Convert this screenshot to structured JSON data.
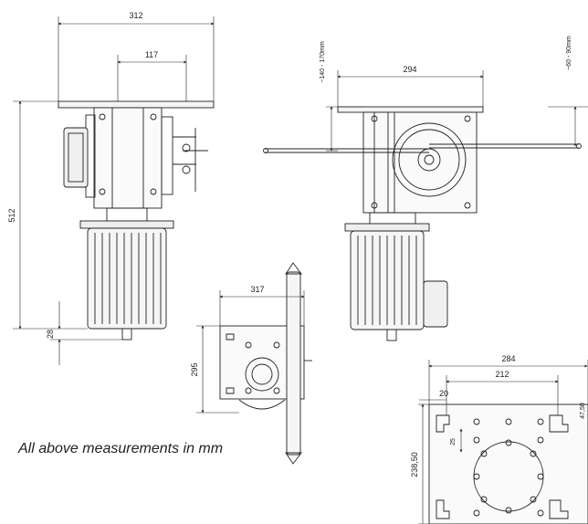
{
  "dimensions": {
    "front_width": "312",
    "front_offset": "117",
    "front_height": "512",
    "front_shaft": "28",
    "side_width": "294",
    "side_range_left": "~140 - 170mm",
    "side_range_right": "~60 - 90mm",
    "plate_width": "317",
    "plate_height": "295",
    "base_width": "284",
    "base_hole_span": "212",
    "base_edge_offset": "20",
    "base_height": "238,50",
    "base_small": "25",
    "base_offset_right": "47,50"
  },
  "note": "All above measurements in mm"
}
